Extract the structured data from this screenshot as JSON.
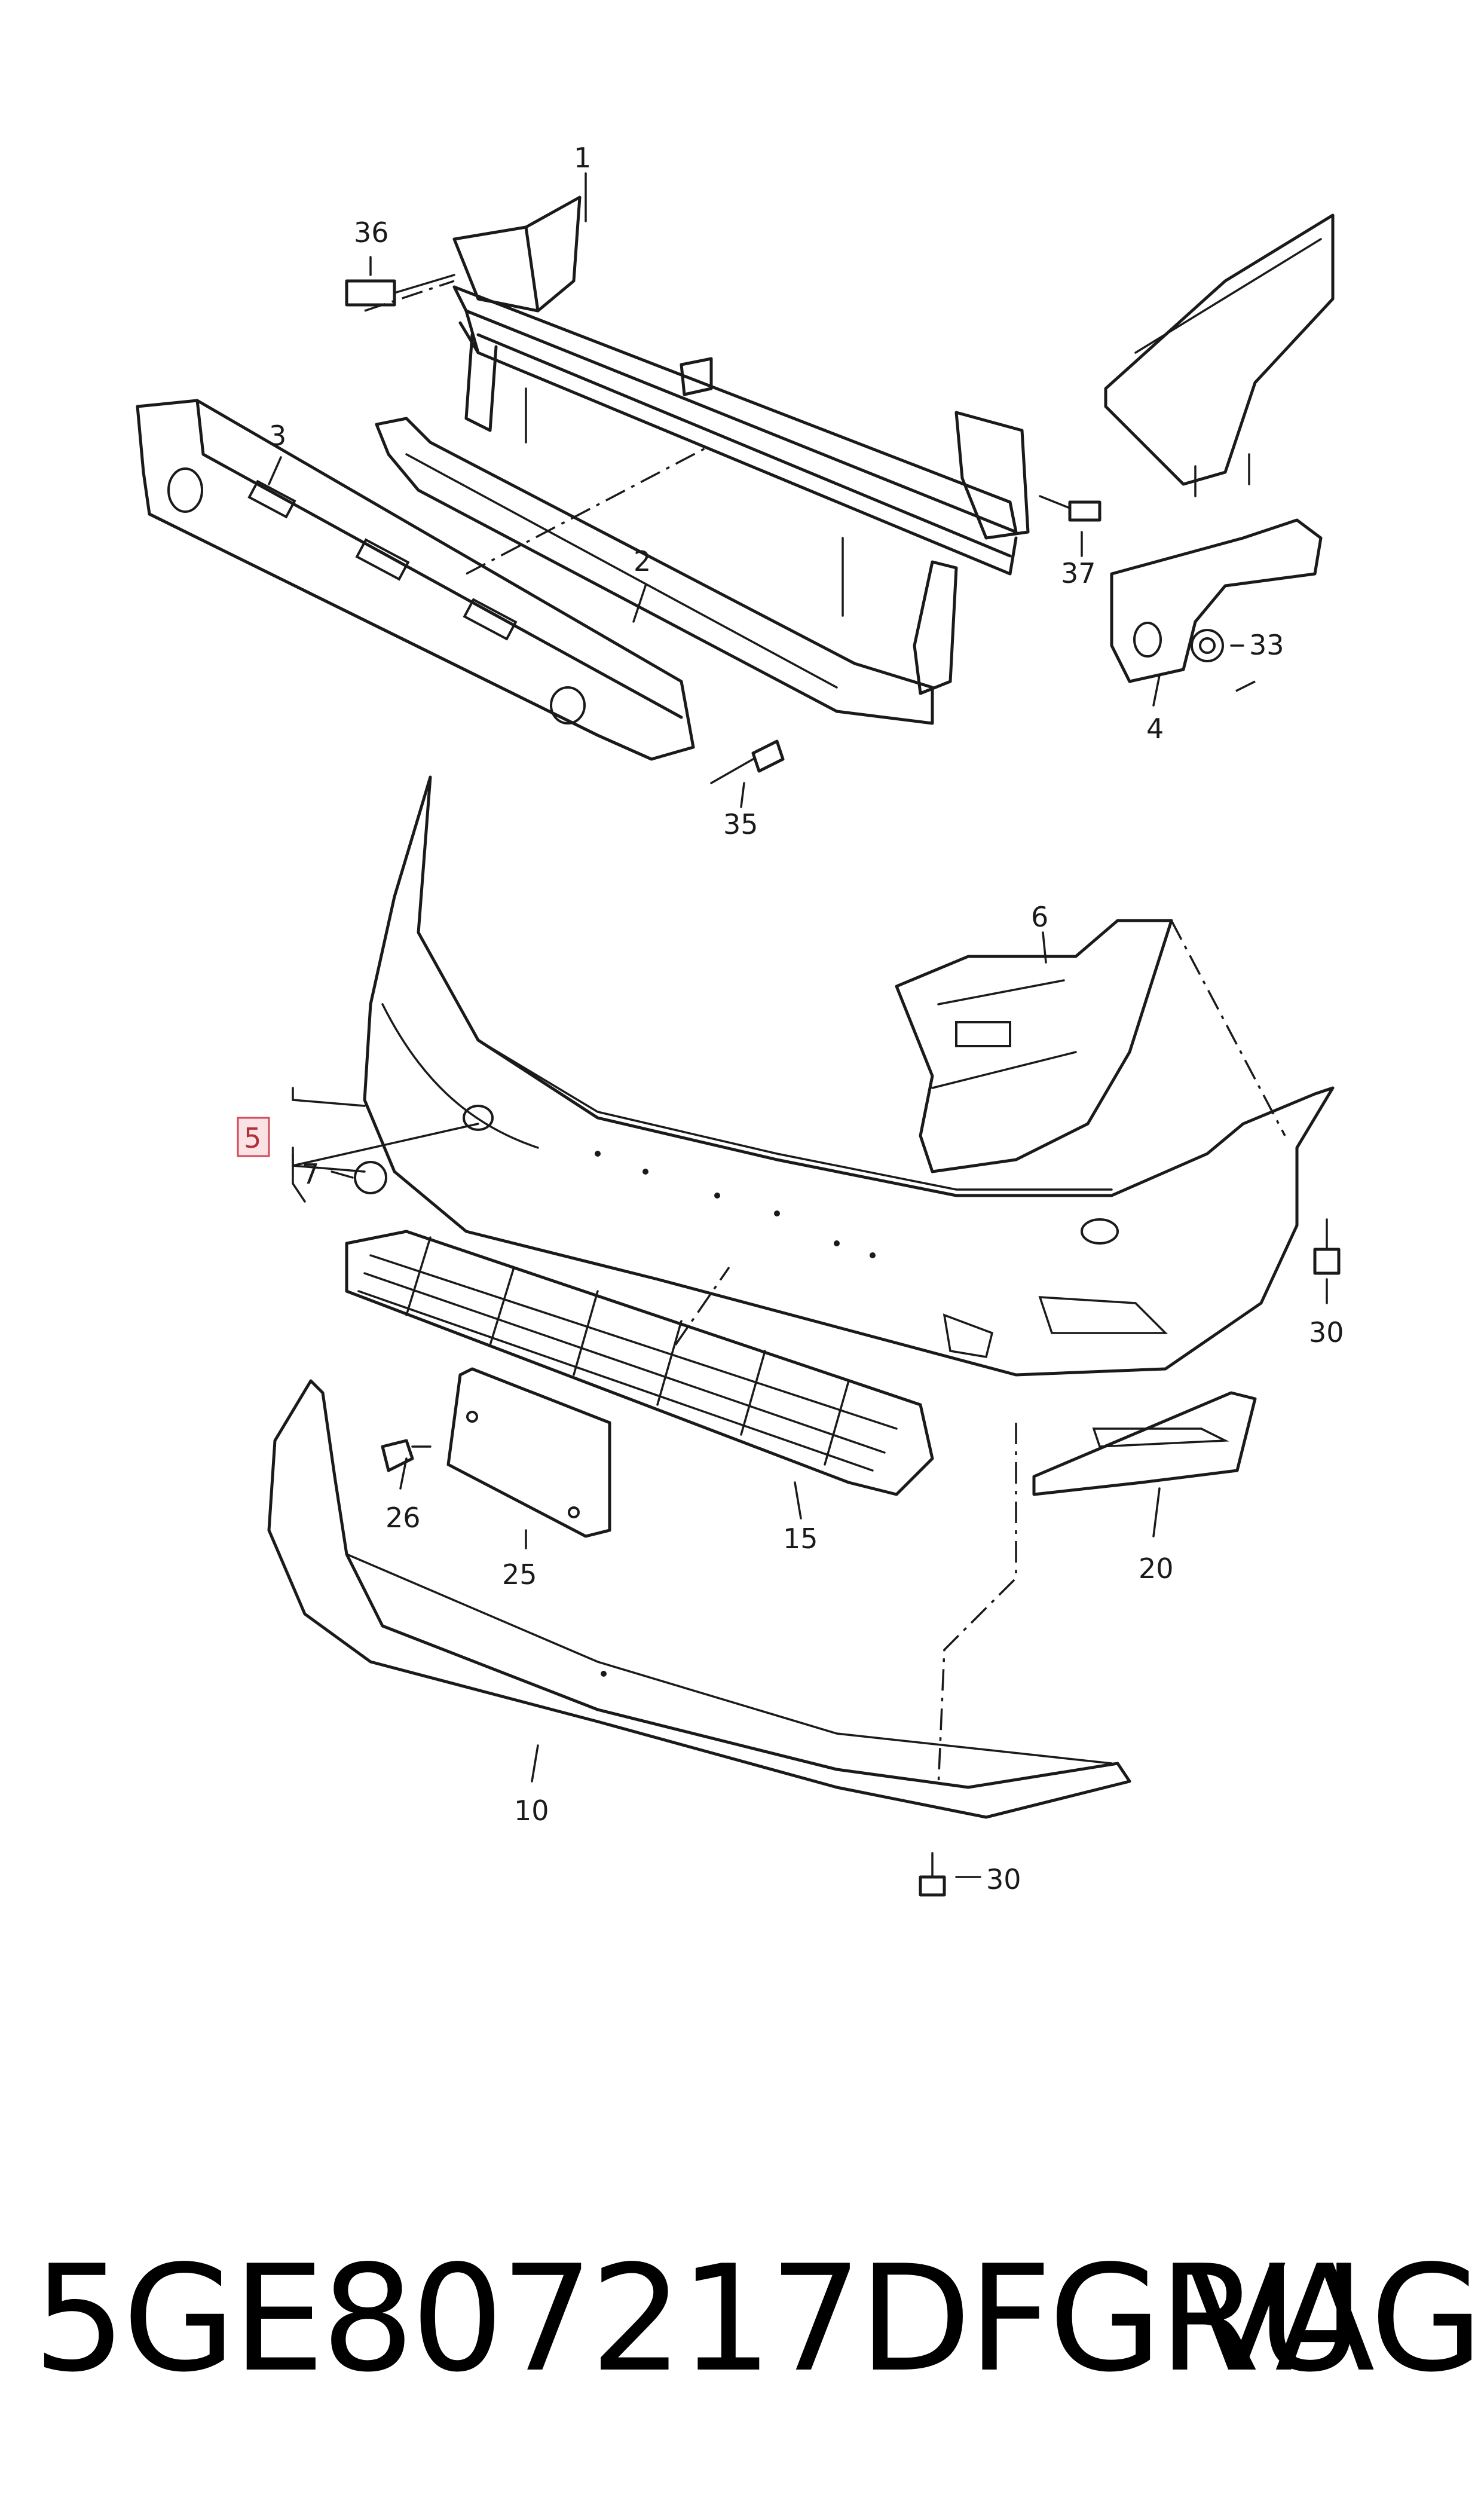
{
  "diagram": {
    "callouts": [
      {
        "id": "1",
        "text": "1"
      },
      {
        "id": "2",
        "text": "2"
      },
      {
        "id": "3",
        "text": "3"
      },
      {
        "id": "4",
        "text": "4"
      },
      {
        "id": "5",
        "text": "5",
        "highlighted": true
      },
      {
        "id": "6",
        "text": "6"
      },
      {
        "id": "7",
        "text": "7"
      },
      {
        "id": "10",
        "text": "10"
      },
      {
        "id": "15",
        "text": "15"
      },
      {
        "id": "20",
        "text": "20"
      },
      {
        "id": "25",
        "text": "25"
      },
      {
        "id": "26",
        "text": "26"
      },
      {
        "id": "30a",
        "text": "30"
      },
      {
        "id": "30b",
        "text": "30"
      },
      {
        "id": "33",
        "text": "33"
      },
      {
        "id": "35",
        "text": "35"
      },
      {
        "id": "36",
        "text": "36"
      },
      {
        "id": "37",
        "text": "37"
      }
    ],
    "colors": {
      "line": "#1a1a1a",
      "highlight_fill": "#fbe3e5",
      "highlight_stroke": "#d24b58",
      "highlight_text": "#b0303a"
    }
  },
  "footer": {
    "part_number": "5GE807217DFGRU",
    "brand": "VAG"
  }
}
